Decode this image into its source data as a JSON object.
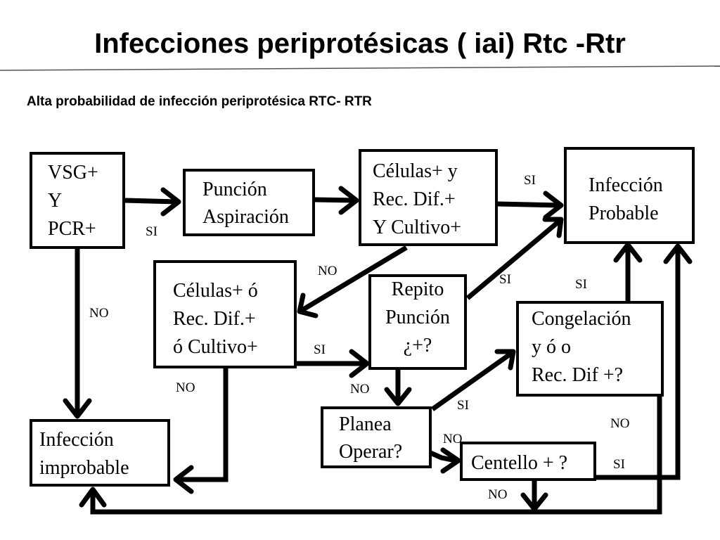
{
  "header": {
    "title": "Infecciones periprotésicas ( iai) Rtc -Rtr",
    "subtitle": "Alta probabilidad de infección periprotésica RTC- RTR"
  },
  "nodes": {
    "vsg": [
      "VSG+",
      "Y",
      "PCR+"
    ],
    "puncion": [
      "Punción",
      "Aspiración"
    ],
    "celulas_y": [
      "Células+ y",
      "Rec. Dif.+",
      "Y Cultivo+"
    ],
    "infeccion_probable": [
      "Infección",
      "Probable"
    ],
    "celulas_o": [
      "Células+ ó",
      "Rec. Dif.+",
      "ó Cultivo+"
    ],
    "repito": [
      "Repito",
      "Punción",
      "¿+?"
    ],
    "congelacion": [
      "Congelación",
      "y ó o",
      "Rec. Dif +?"
    ],
    "infeccion_improbable": [
      "Infección",
      "improbable"
    ],
    "planea": [
      "Planea",
      "Operar?"
    ],
    "centello": [
      "Centello + ?"
    ]
  },
  "edge_labels": {
    "vsg_si": "SI",
    "vsg_no": "NO",
    "celulas_y_si": "SI",
    "celulas_y_no": "NO",
    "celulas_o_si": "SI",
    "celulas_o_no": "NO",
    "repito_si": "SI",
    "repito_no": "NO",
    "planea_si": "SI",
    "planea_no": "NO",
    "congelacion_si": "SI",
    "congelacion_no": "NO",
    "centello_si": "SI",
    "centello_no": "NO"
  }
}
